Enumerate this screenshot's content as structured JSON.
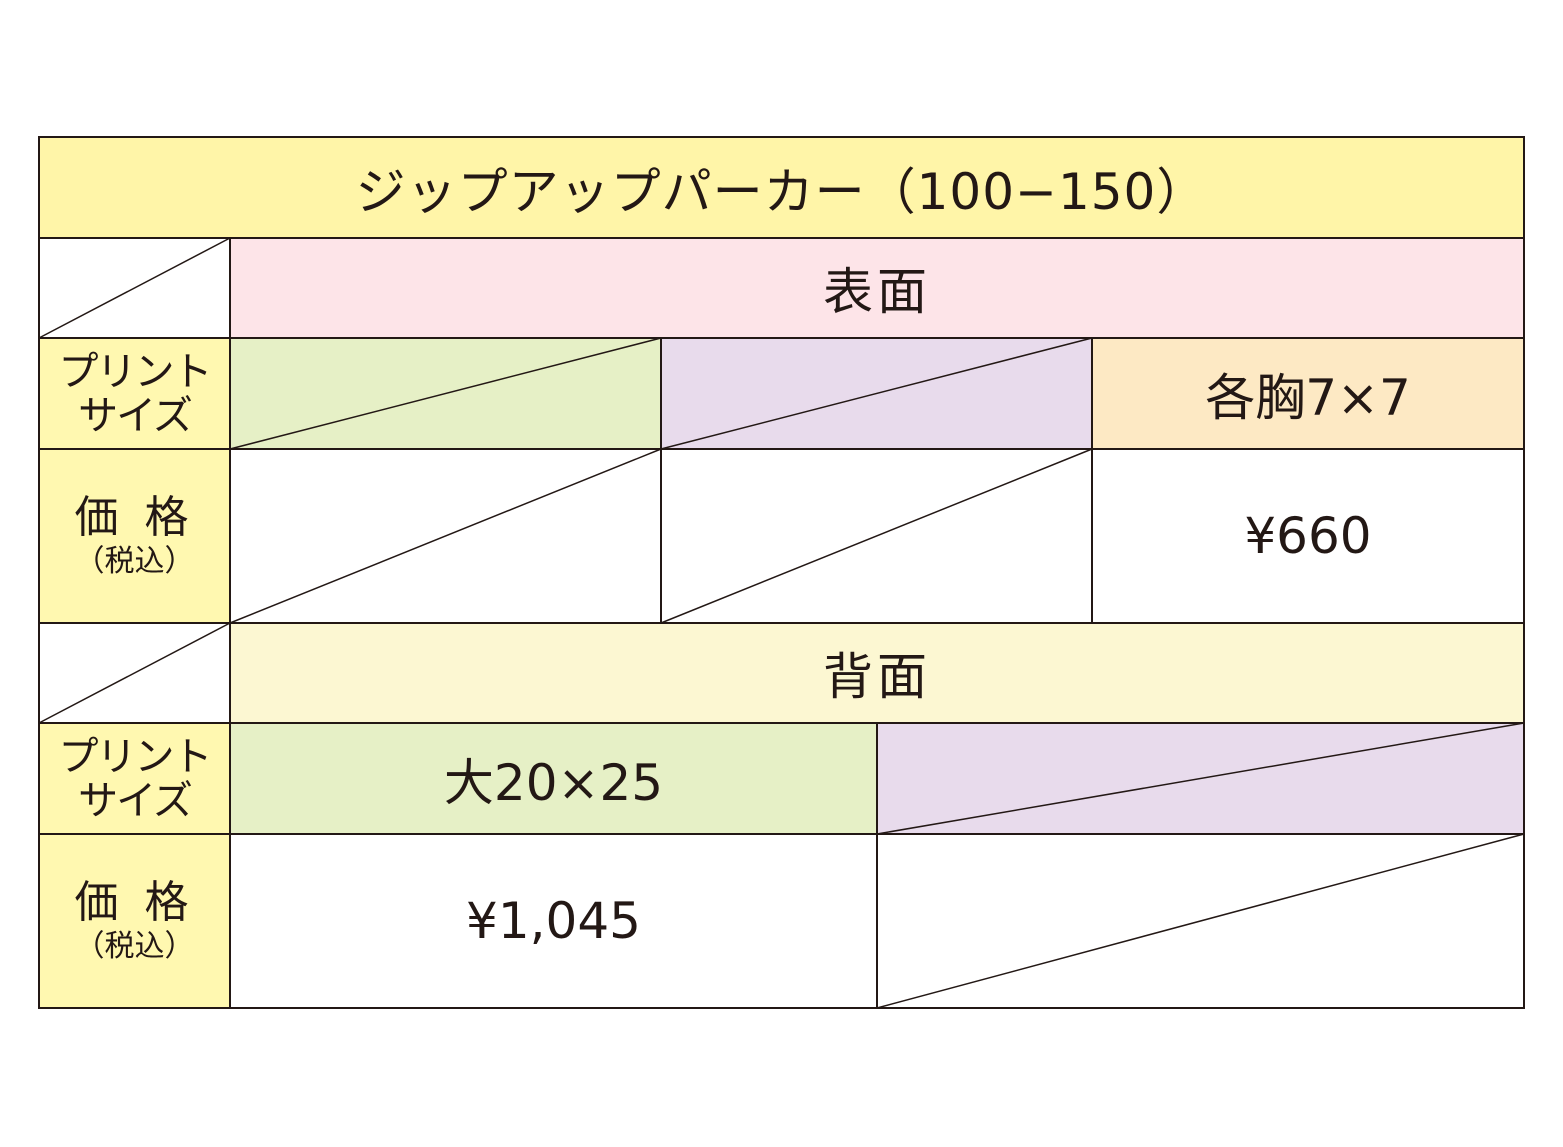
{
  "title": "ジップアップパーカー（100−150）",
  "front": {
    "heading": "表面",
    "print_label": [
      "プリント",
      "サイズ"
    ],
    "price_label": "価 格",
    "price_note": "（税込）",
    "size_chest": "各胸7×7",
    "price_chest": "¥660"
  },
  "back": {
    "heading": "背面",
    "print_label": [
      "プリント",
      "サイズ"
    ],
    "price_label": "価 格",
    "price_note": "（税込）",
    "size_large": "大20×25",
    "price_large": "¥1,045"
  },
  "colors": {
    "title_bg": "#fff5a8",
    "front_heading_bg": "#fde4e8",
    "back_heading_bg": "#fcf7d2",
    "label_bg": "#fff8b0",
    "green_bg": "#e6f0c6",
    "purple_bg": "#e8dbec",
    "orange_bg": "#fde9c4",
    "border": "#231815"
  }
}
